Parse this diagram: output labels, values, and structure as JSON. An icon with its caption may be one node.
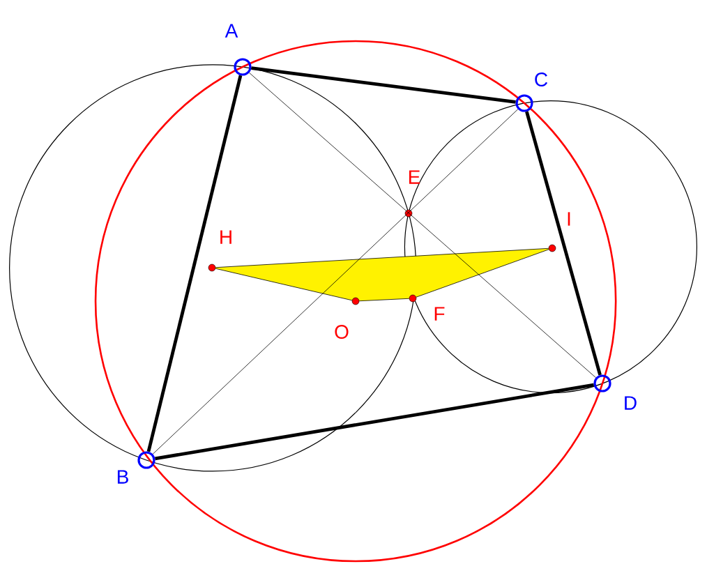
{
  "diagram": {
    "nodes": [
      {
        "text": [],
        "shape": "circle",
        "beside": [
          "A"
        ]
      },
      {
        "text": [],
        "shape": "circle",
        "beside": [
          "C"
        ]
      },
      {
        "text": [],
        "shape": "circle",
        "beside": [
          "E"
        ]
      },
      {
        "text": [],
        "shape": "circle",
        "beside": [
          "H"
        ]
      },
      {
        "text": [],
        "shape": "circle",
        "beside": [
          "I"
        ]
      },
      {
        "text": [],
        "shape": "circle",
        "beside": [
          "O"
        ]
      },
      {
        "text": [],
        "shape": "circle",
        "beside": [
          "F"
        ]
      },
      {
        "text": [],
        "shape": "circle",
        "beside": [
          "D"
        ]
      },
      {
        "text": [],
        "shape": "circle",
        "beside": [
          "B"
        ]
      }
    ],
    "edges": [
      {
        "from": 0,
        "to": 1,
        "arrow": "none",
        "style": "thick"
      },
      {
        "from": 1,
        "to": 7,
        "arrow": "none",
        "style": "thick"
      },
      {
        "from": 7,
        "to": 8,
        "arrow": "none",
        "style": "thick"
      },
      {
        "from": 8,
        "to": 0,
        "arrow": "none",
        "style": "thick"
      },
      {
        "from": 0,
        "to": 7,
        "arrow": "none"
      },
      {
        "from": 1,
        "to": 8,
        "arrow": "none"
      },
      {
        "from": 3,
        "to": 5,
        "arrow": "none"
      },
      {
        "from": 5,
        "to": 6,
        "arrow": "none"
      },
      {
        "from": 6,
        "to": 4,
        "arrow": "none"
      },
      {
        "from": 4,
        "to": 3,
        "arrow": "none"
      }
    ]
  }
}
